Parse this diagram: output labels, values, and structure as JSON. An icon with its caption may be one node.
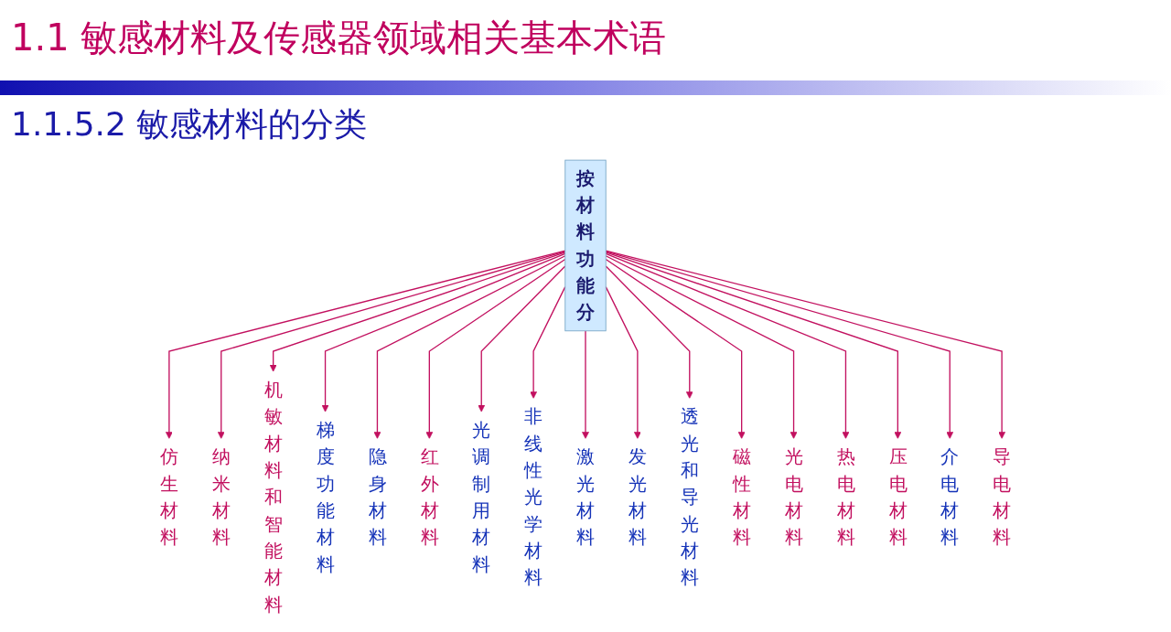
{
  "diagram": {
    "title": "1.1  敏感材料及传感器领域相关基本术语",
    "nodes": [
      {
        "text": [
          "按材料功能分"
        ]
      },
      {
        "text": [
          "仿生材料"
        ]
      },
      {
        "text": [
          "纳米材料"
        ]
      },
      {
        "text": [
          "机敏材料和智能材料"
        ]
      },
      {
        "text": [
          "梯度功能材料"
        ]
      },
      {
        "text": [
          "隐身材料"
        ]
      },
      {
        "text": [
          "红外材料"
        ]
      },
      {
        "text": [
          "光调制用材料"
        ]
      },
      {
        "text": [
          "非线性光学材料"
        ]
      },
      {
        "text": [
          "激光材料"
        ]
      },
      {
        "text": [
          "发光材料"
        ]
      },
      {
        "text": [
          "透光和导光材料"
        ]
      },
      {
        "text": [
          "磁性材料"
        ]
      },
      {
        "text": [
          "光电材料"
        ]
      },
      {
        "text": [
          "热电材料"
        ]
      },
      {
        "text": [
          "压电材料"
        ]
      },
      {
        "text": [
          "介电材料"
        ]
      },
      {
        "text": [
          "导电材料"
        ]
      }
    ],
    "edges": [
      {
        "from": 0,
        "to": 1,
        "arrow": "to"
      },
      {
        "from": 0,
        "to": 2,
        "arrow": "to"
      },
      {
        "from": 0,
        "to": 3,
        "arrow": "to"
      },
      {
        "from": 0,
        "to": 4,
        "arrow": "to"
      },
      {
        "from": 0,
        "to": 5,
        "arrow": "to"
      },
      {
        "from": 0,
        "to": 6,
        "arrow": "to"
      },
      {
        "from": 0,
        "to": 7,
        "arrow": "to"
      },
      {
        "from": 0,
        "to": 8,
        "arrow": "to"
      },
      {
        "from": 0,
        "to": 9,
        "arrow": "to"
      },
      {
        "from": 0,
        "to": 10,
        "arrow": "to"
      },
      {
        "from": 0,
        "to": 11,
        "arrow": "to"
      },
      {
        "from": 0,
        "to": 12,
        "arrow": "to"
      },
      {
        "from": 0,
        "to": 13,
        "arrow": "to"
      },
      {
        "from": 0,
        "to": 14,
        "arrow": "to"
      },
      {
        "from": 0,
        "to": 15,
        "arrow": "to"
      },
      {
        "from": 0,
        "to": 16,
        "arrow": "to"
      },
      {
        "from": 0,
        "to": 17,
        "arrow": "to"
      }
    ],
    "labels": [
      "1.1.5.2 敏感材料的分类"
    ]
  }
}
